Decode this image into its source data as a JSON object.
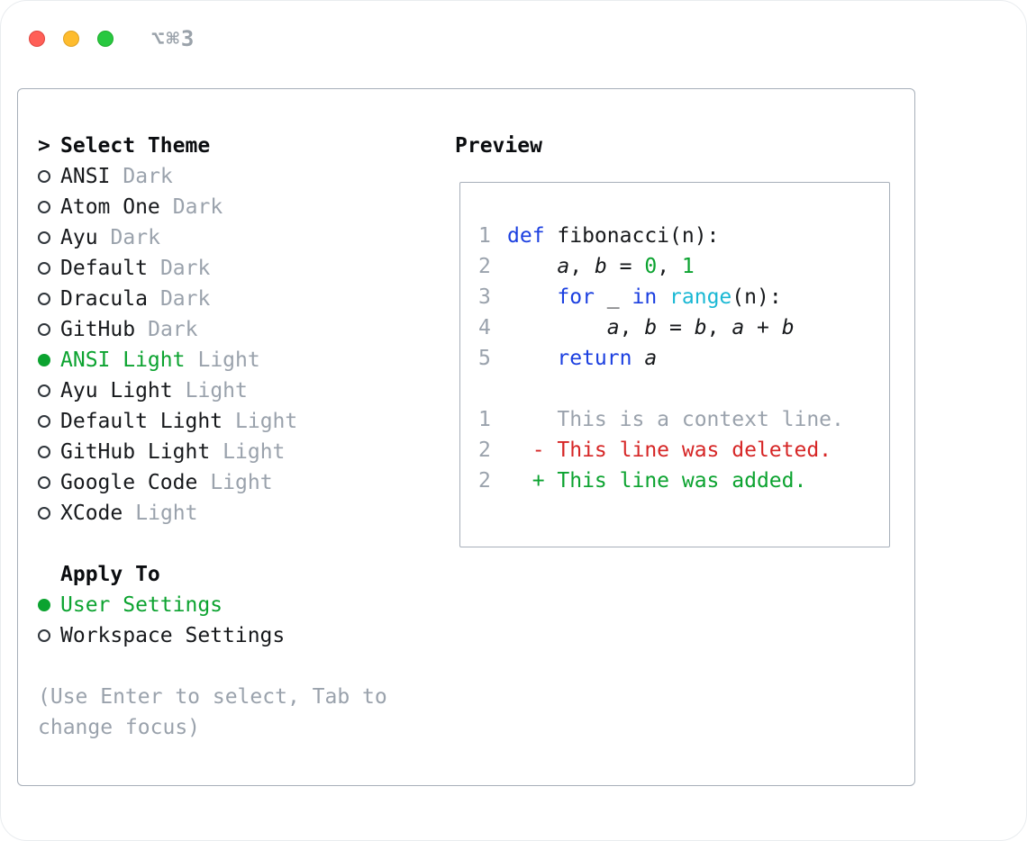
{
  "window": {
    "title": "⌥⌘3"
  },
  "colors": {
    "accent_green": "#0ca330",
    "keyword_blue": "#1b3fe0",
    "function_cyan": "#1ab8d4",
    "deleted_red": "#d62626",
    "muted_gray": "#9aa2ac",
    "traffic_red": "#ff5f57",
    "traffic_yellow": "#febc2e",
    "traffic_green": "#28c840"
  },
  "panel": {
    "chevron": ">",
    "select_heading": "Select Theme",
    "themes": [
      {
        "name": "ANSI",
        "variant": "Dark",
        "selected": false
      },
      {
        "name": "Atom One",
        "variant": "Dark",
        "selected": false
      },
      {
        "name": "Ayu",
        "variant": "Dark",
        "selected": false
      },
      {
        "name": "Default",
        "variant": "Dark",
        "selected": false
      },
      {
        "name": "Dracula",
        "variant": "Dark",
        "selected": false
      },
      {
        "name": "GitHub",
        "variant": "Dark",
        "selected": false
      },
      {
        "name": "ANSI Light",
        "variant": "Light",
        "selected": true
      },
      {
        "name": "Ayu Light",
        "variant": "Light",
        "selected": false
      },
      {
        "name": "Default Light",
        "variant": "Light",
        "selected": false
      },
      {
        "name": "GitHub Light",
        "variant": "Light",
        "selected": false
      },
      {
        "name": "Google Code",
        "variant": "Light",
        "selected": false
      },
      {
        "name": "XCode",
        "variant": "Light",
        "selected": false
      }
    ],
    "apply_heading": "Apply To",
    "apply_options": [
      {
        "label": "User Settings",
        "selected": true
      },
      {
        "label": "Workspace Settings",
        "selected": false
      }
    ],
    "hint_line1": "(Use Enter to select, Tab to",
    "hint_line2": "change focus)",
    "preview_heading": "Preview",
    "code": [
      {
        "n": "1",
        "tokens": [
          {
            "c": "kw",
            "t": "def"
          },
          {
            "c": "pl",
            "t": " fibonacci(n):"
          }
        ]
      },
      {
        "n": "2",
        "tokens": [
          {
            "c": "pl",
            "t": "    "
          },
          {
            "c": "it",
            "t": "a"
          },
          {
            "c": "pl",
            "t": ", "
          },
          {
            "c": "it",
            "t": "b"
          },
          {
            "c": "pl",
            "t": " = "
          },
          {
            "c": "nm",
            "t": "0"
          },
          {
            "c": "pl",
            "t": ", "
          },
          {
            "c": "nm",
            "t": "1"
          }
        ]
      },
      {
        "n": "3",
        "tokens": [
          {
            "c": "pl",
            "t": "    "
          },
          {
            "c": "kw",
            "t": "for"
          },
          {
            "c": "pl",
            "t": " _ "
          },
          {
            "c": "kw",
            "t": "in"
          },
          {
            "c": "pl",
            "t": " "
          },
          {
            "c": "fn",
            "t": "range"
          },
          {
            "c": "pl",
            "t": "(n):"
          }
        ]
      },
      {
        "n": "4",
        "tokens": [
          {
            "c": "pl",
            "t": "        "
          },
          {
            "c": "it",
            "t": "a"
          },
          {
            "c": "pl",
            "t": ", "
          },
          {
            "c": "it",
            "t": "b"
          },
          {
            "c": "pl",
            "t": " = "
          },
          {
            "c": "it",
            "t": "b"
          },
          {
            "c": "pl",
            "t": ", "
          },
          {
            "c": "it",
            "t": "a"
          },
          {
            "c": "pl",
            "t": " + "
          },
          {
            "c": "it",
            "t": "b"
          }
        ]
      },
      {
        "n": "5",
        "tokens": [
          {
            "c": "pl",
            "t": "    "
          },
          {
            "c": "kw",
            "t": "return"
          },
          {
            "c": "pl",
            "t": " "
          },
          {
            "c": "it",
            "t": "a"
          }
        ]
      }
    ],
    "diff": [
      {
        "n": "1",
        "tokens": [
          {
            "c": "ctx",
            "t": "    This is a context line."
          }
        ]
      },
      {
        "n": "2",
        "tokens": [
          {
            "c": "del",
            "t": "  - This line was deleted."
          }
        ]
      },
      {
        "n": "2",
        "tokens": [
          {
            "c": "add",
            "t": "  + This line was added."
          }
        ]
      }
    ]
  }
}
